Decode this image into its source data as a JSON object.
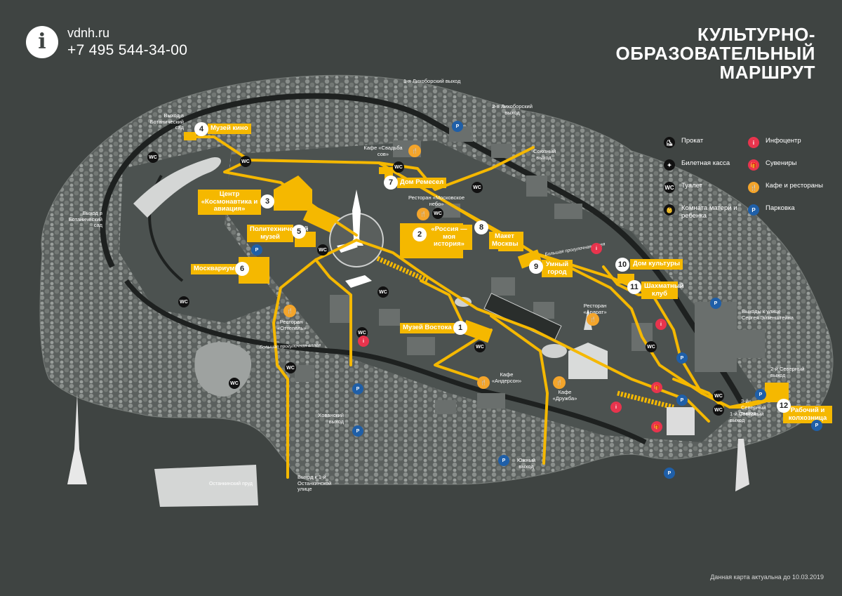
{
  "header": {
    "info_glyph": "i",
    "site": "vdnh.ru",
    "phone": "+7 495 544-34-00",
    "title_lines": [
      "КУЛЬТУРНО-",
      "ОБРАЗОВАТЕЛЬНЫЙ",
      "МАРШРУТ"
    ]
  },
  "legend": [
    {
      "glyph": "⛸",
      "label": "Прокат",
      "color": "dark"
    },
    {
      "glyph": "i",
      "label": "Инфоцентр",
      "color": "red"
    },
    {
      "glyph": "✦",
      "label": "Билетная касса",
      "color": "dark"
    },
    {
      "glyph": "🎁",
      "label": "Сувениры",
      "color": "pink"
    },
    {
      "glyph": "WC",
      "label": "Туалет",
      "color": "dark"
    },
    {
      "glyph": "🍴",
      "label": "Кафе и рестораны",
      "color": "orange"
    },
    {
      "glyph": "👶",
      "label": "Комната матери и ребенка",
      "color": "dark"
    },
    {
      "glyph": "P",
      "label": "Парковка",
      "color": "blue"
    }
  ],
  "stops": [
    {
      "n": "1",
      "label": "Музей Востока"
    },
    {
      "n": "2",
      "label": "«Россия — моя история»"
    },
    {
      "n": "3",
      "label": "Центр «Космонавтика и авиация»"
    },
    {
      "n": "4",
      "label": "Музей кино"
    },
    {
      "n": "5",
      "label": "Политехнический музей"
    },
    {
      "n": "6",
      "label": "Москвариум"
    },
    {
      "n": "7",
      "label": "Дом Ремесел"
    },
    {
      "n": "8",
      "label": "Макет Москвы"
    },
    {
      "n": "9",
      "label": "Умный город"
    },
    {
      "n": "10",
      "label": "Дом культуры"
    },
    {
      "n": "11",
      "label": "Шахматный клуб"
    },
    {
      "n": "12",
      "label": "Рабочий и колхозница"
    }
  ],
  "places": {
    "exit_botanic_1": "Выход в Ботанический сад",
    "exit_botanic_2": "Выход в Ботанический сад",
    "exit_likhobor_1": "1-я Лихоборский выход",
    "exit_likhobor_2": "2-я Лихоборский выход",
    "exit_soyuzny": "Союзный выход",
    "cafe_svadba": "Кафе «Свадьба сов»",
    "rest_moskovskoe_nebo": "Ресторан «Московское небо»",
    "rest_ottepel": "Ресторан «Оттепель»",
    "rest_ararat": "Ресторан «Арарат»",
    "cafe_anderson": "Кафе «Андерсон»",
    "cafe_druzhba": "Кафе «Дружба»",
    "exit_khovansky": "Хованский выход",
    "exit_south": "Южный выход",
    "exit_ostankino": "Выход к 1-й Останкинской улице",
    "exit_eisenstein": "Выходы к улице Сергея Эйзенштейна",
    "exit_north_2": "2-й Северный выход",
    "exit_north_3": "3-й Северный выход",
    "exit_north_1": "1-й Северный выход",
    "pond": "Останкинский пруд",
    "road_big_ring_1": "Большая прогулочная аллея",
    "road_big_ring_2": "Большая прогулочная аллея"
  },
  "footer": {
    "note": "Данная карта актуальна до 10.03.2019"
  },
  "colors": {
    "background": "#3f4442",
    "route": "#f5b800",
    "label_bg": "#f5b800",
    "info": "#e8344d",
    "parking": "#1f5fa8",
    "cafe": "#f4a52b"
  }
}
